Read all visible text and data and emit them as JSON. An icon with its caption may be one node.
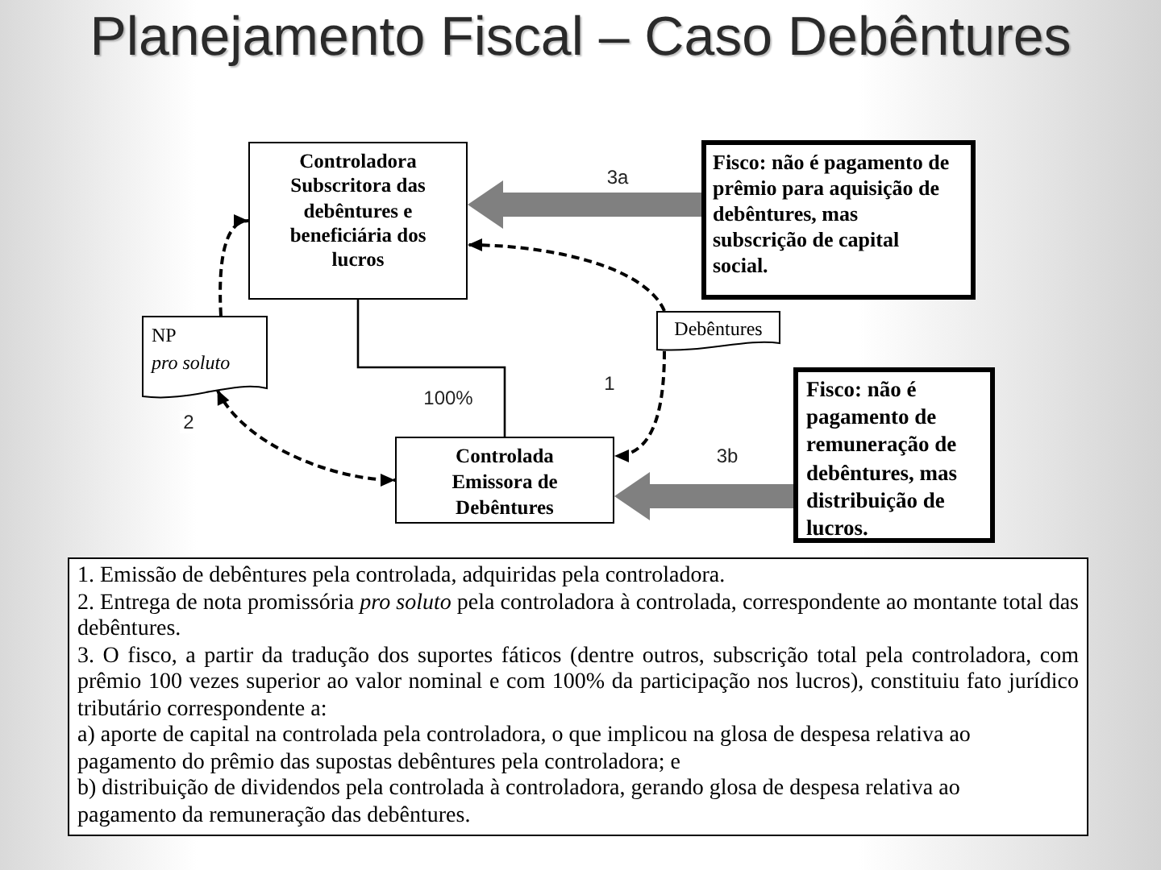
{
  "diagram": {
    "title": "Planejamento Fiscal – Caso Debêntures",
    "nodes": [
      {
        "text": [
          "Controladora Subscritora das debêntures e beneficiária dos lucros"
        ]
      },
      {
        "text": [
          "Fisco: não é pagamento de prêmio para aquisição de debêntures, mas subscrição de capital social."
        ]
      },
      {
        "text": [
          "NP",
          "pro soluto"
        ]
      },
      {
        "text": [
          "Debêntures"
        ]
      },
      {
        "text": [
          "Controlada Emissora de Debêntures"
        ]
      },
      {
        "text": [
          "Fisco: não é pagamento de remuneração de debêntures, mas distribuição de lucros."
        ]
      },
      {
        "text": [
          "1. Emissão de debêntures pela controlada, adquiridas pela controladora.",
          "2. Entrega de nota promissória *pro soluto* pela controladora à controlada, correspondente ao montante total das debêntures.",
          "3. O fisco, a partir da tradução dos suportes fáticos (dentre outros, subscrição total pela controladora, com prêmio 100 vezes superior ao valor nominal e com 100% da participação nos lucros), constituiu fato jurídico tributário correspondente a:",
          "a) aporte de capital na controlada pela controladora, o que implicou na glosa de despesa relativa ao pagamento do prêmio das supostas debêntures pela controladora; e",
          "b) distribuição de dividendos pela controlada à controladora, gerando glosa de despesa relativa ao pagamento da remuneração das debêntures."
        ]
      }
    ],
    "edges": [
      {
        "from": 3,
        "to": 0,
        "arrow": "to",
        "style": "dashed"
      },
      {
        "from": 3,
        "to": 4,
        "arrow": "to",
        "style": "dashed",
        "label": "1"
      },
      {
        "from": 2,
        "to": 0,
        "arrow": "to",
        "style": "dashed"
      },
      {
        "from": 2,
        "to": 4,
        "arrow": "both",
        "style": "dashed",
        "label": "2"
      },
      {
        "from": 0,
        "to": 4,
        "arrow": "none",
        "label": "100%"
      },
      {
        "from": 1,
        "to": 0,
        "arrow": "to",
        "style": "thick",
        "color": "#808080",
        "label": "3a"
      },
      {
        "from": 5,
        "to": 4,
        "arrow": "to",
        "style": "thick",
        "color": "#808080",
        "label": "3b"
      }
    ]
  }
}
